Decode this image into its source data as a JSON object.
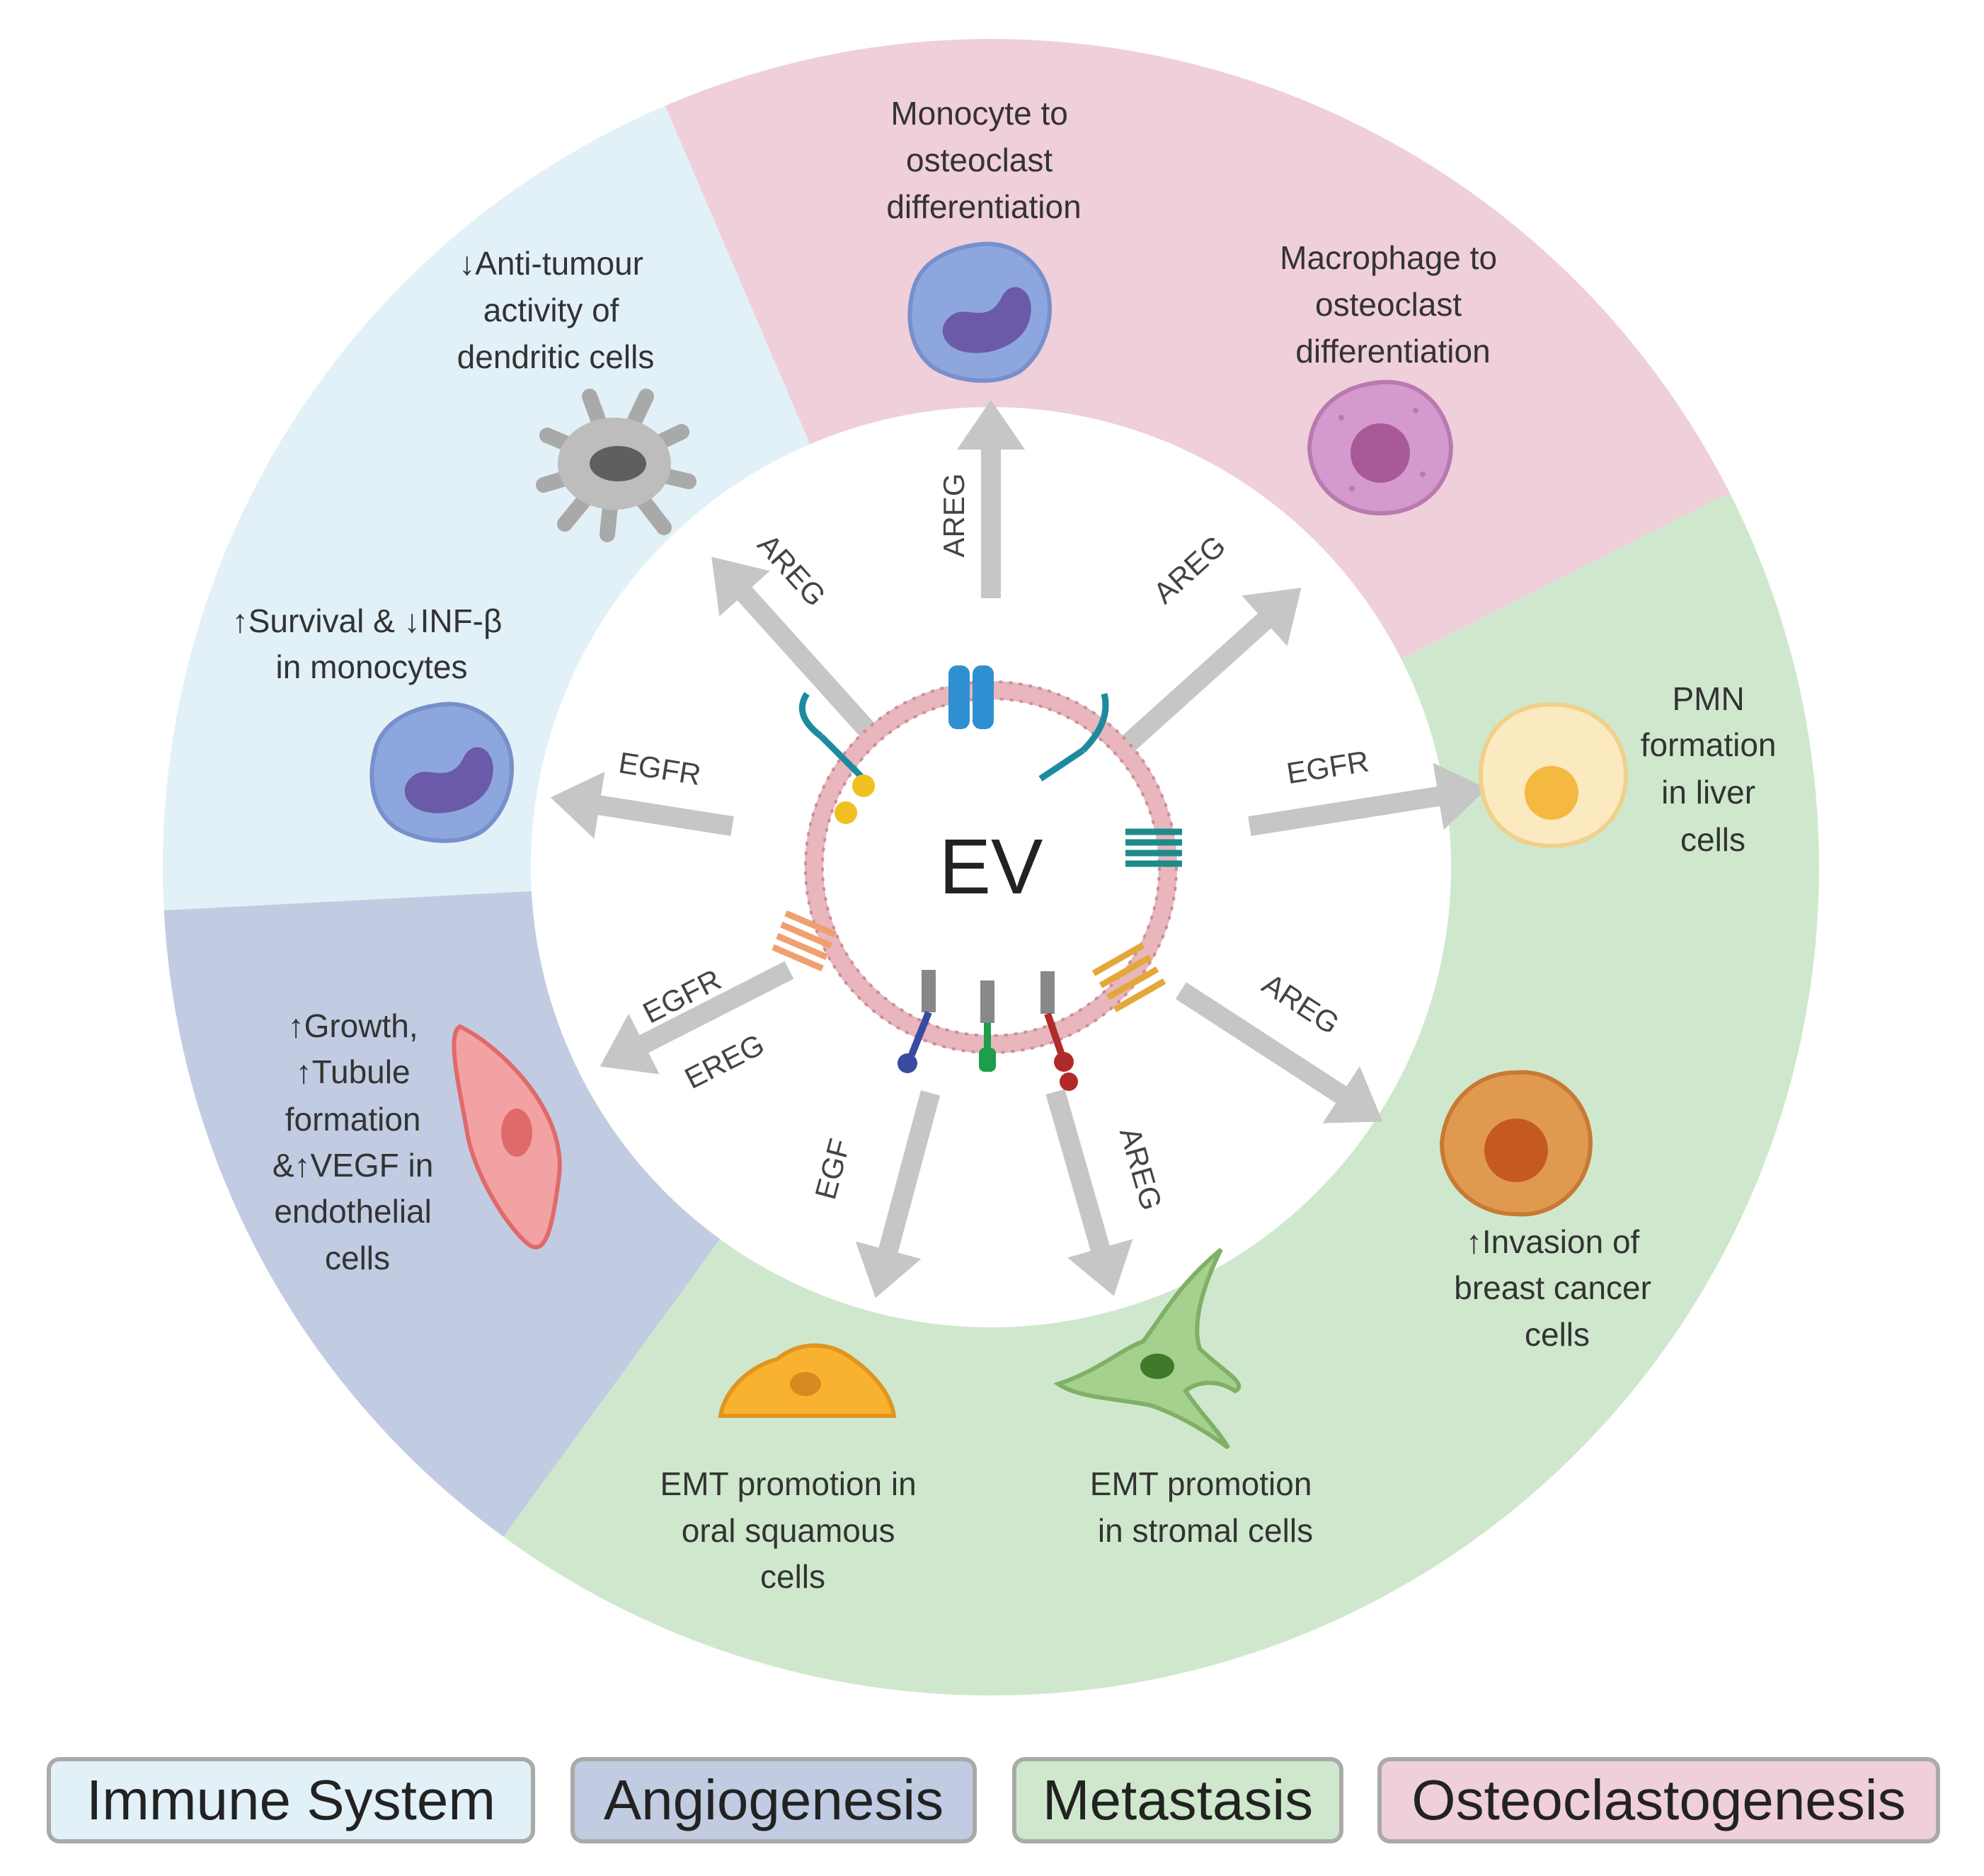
{
  "center": {
    "label": "EV"
  },
  "colors": {
    "immune": "#e2f1f7",
    "angiogenesis": "#c1cce2",
    "metastasis": "#cfe8cd",
    "osteoclastogenesis": "#efcfda"
  },
  "effects": {
    "monocyte_osteoclast": [
      "Monocyte to",
      "osteoclast",
      "differentiation"
    ],
    "macrophage_osteoclast": [
      "Macrophage to",
      "osteoclast",
      "differentiation"
    ],
    "dendritic": [
      "↓Anti-tumour",
      "activity of",
      "dendritic cells"
    ],
    "monocyte_survival": [
      "↑Survival & ↓INF-β",
      "in monocytes"
    ],
    "pmn_liver": [
      "PMN",
      "formation",
      "in liver",
      "cells"
    ],
    "breast_invasion": [
      "↑Invasion of",
      "breast cancer",
      "cells"
    ],
    "endothelial": [
      "↑Growth,",
      "↑Tubule",
      "formation",
      "&↑VEGF in",
      "endothelial",
      "cells"
    ],
    "emt_oral": [
      "EMT promotion in",
      "oral squamous",
      "cells"
    ],
    "emt_stromal": [
      "EMT promotion",
      "in stromal cells"
    ]
  },
  "arrows": {
    "up": "AREG",
    "upper_left": "AREG",
    "upper_right": "AREG",
    "left": "EGFR",
    "right": "EGFR",
    "lower_right": "AREG",
    "lower_left_1": "EGFR",
    "lower_left_2": "EREG",
    "down_left": "EGF",
    "down_right": "AREG"
  },
  "icons": [
    "monocyte-cell-icon",
    "macrophage-cell-icon",
    "dendritic-cell-icon",
    "liver-cell-icon",
    "breast-cancer-cell-icon",
    "endothelial-cell-icon",
    "oral-squamous-cell-icon",
    "stromal-cell-icon",
    "vesicle-icon"
  ],
  "legend": [
    {
      "label": "Immune System",
      "color": "#e2f1f7"
    },
    {
      "label": "Angiogenesis",
      "color": "#c1cce2"
    },
    {
      "label": "Metastasis",
      "color": "#cfe8cd"
    },
    {
      "label": "Osteoclastogenesis",
      "color": "#efcfda"
    }
  ]
}
